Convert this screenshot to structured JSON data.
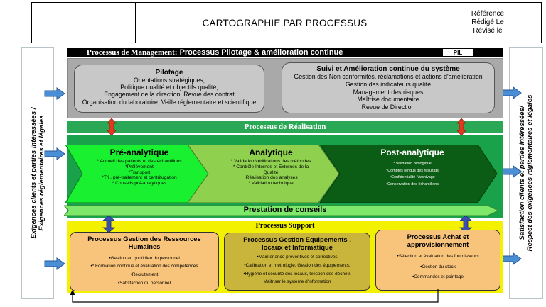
{
  "header": {
    "title": "CARTOGRAPHIE PAR PROCESSUS",
    "reference": "Référence",
    "redige": "Rédigé Le",
    "revise": "Révisé le"
  },
  "side": {
    "left_line1": "Exigences clients et parties intéressées /",
    "left_line2": "Exigences réglementaires et légales",
    "right_line1": "Satisfaction clients et parties intéressées/",
    "right_line2": "Respect des exigences réglementaires et légales"
  },
  "management": {
    "label_prefix": "Processus de Management:",
    "label_suffix": "Processus Pilotage & amélioration continue",
    "code": "PIL",
    "pilotage": {
      "title": "Pilotage",
      "items": [
        "Orientations stratégiques,",
        "Politique qualité et objectifs qualité,",
        "Engagement de la direction, Revue des contrat",
        "Organisation du laboratoire, Veille réglementaire et scientifique"
      ]
    },
    "suivi": {
      "title": "Suivi et Amélioration continue du système",
      "items": [
        "Gestion des Non conformités, réclamations et actions d'amélioration",
        "Gestion des indicateurs qualité",
        "Management des risques",
        "Maîtrise documentaire",
        "Revue de Direction"
      ]
    }
  },
  "realisation": {
    "label": "Processus de Réalisation",
    "pre": {
      "title": "Pré-analytique",
      "items": [
        "* Accueil des patients et des échantillons",
        "*Prélèvement",
        "*Transport",
        "*Tri , pré-traitement et centrifugation",
        "* Conseils pré-analytiques"
      ]
    },
    "ana": {
      "title": "Analytique",
      "items": [
        "* Validation/vérifications des  méthodes",
        "* Contrôle Internes et Externes de la",
        "Qualité",
        "•Réalisation des analyses",
        "* Validation technique"
      ]
    },
    "post": {
      "title": "Post-analytique",
      "items": [
        "* Validation Biologique",
        "*Comptes rendus des résultats",
        "•Confidentialité *Archivage",
        "•Conservation des échantillons"
      ]
    },
    "conseil": "Prestation de conseils"
  },
  "support": {
    "label": "Processus  Support",
    "grh": {
      "title_line1": "Processus Gestion des Ressources",
      "title_line2": "Humaines",
      "items": [
        "•Gestion au quotidien du personnel",
        "•* Formation continue et évaluation des compétences",
        "•Recrutement",
        "•Satisfaction du personnel"
      ]
    },
    "equip": {
      "title_line1": "Processus Gestion Equipements ,",
      "title_line2": "locaux et Informatique",
      "items": [
        "•Maintenance préventives et correctives",
        "•Calibration et métrologie, Gestion des équipements,",
        "•Hygiène et sécurité des locaux, Gestion des déchets",
        "Maitriser le système d'information"
      ]
    },
    "achat": {
      "title_line1": "Processus Achat et",
      "title_line2": "approvisionnement",
      "items": [
        "•Sélection et évaluation des fournisseurs",
        "•Gestion du stock",
        "•Commandes et pointage"
      ]
    }
  },
  "colors": {
    "management_zone": "#a9a9a9",
    "realisation_band": "#2aa856",
    "realisation_zone": "#19a24a",
    "pre_analytique": "#19f030",
    "analytique": "#8fd14f",
    "post_analytique": "#0b5c14",
    "support_zone": "#f3f000",
    "side_arrow": "#4a8fd6"
  }
}
